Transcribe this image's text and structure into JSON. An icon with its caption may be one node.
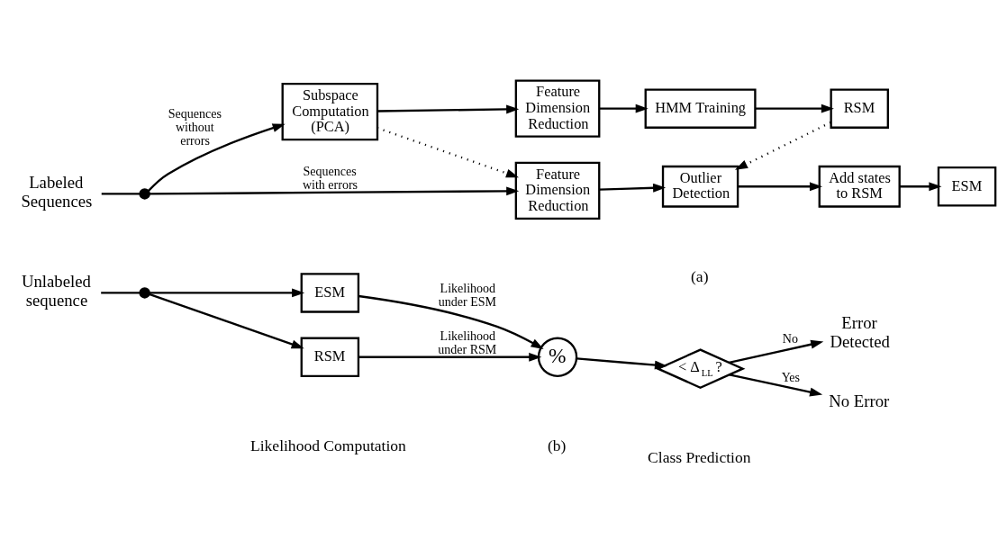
{
  "diagram": {
    "nodes": [
      {
        "text": [
          "Labeled Sequences"
        ]
      },
      {
        "text": [],
        "shape": "circle"
      },
      {
        "text": [
          "Subspace Computation (PCA)"
        ]
      },
      {
        "text": [
          "Feature Dimension Reduction"
        ]
      },
      {
        "text": [
          "HMM Training"
        ]
      },
      {
        "text": [
          "RSM"
        ]
      },
      {
        "text": [
          "Feature Dimension Reduction"
        ]
      },
      {
        "text": [
          "Outlier Detection"
        ]
      },
      {
        "text": [
          "Add states to RSM"
        ]
      },
      {
        "text": [
          "ESM"
        ]
      },
      {
        "text": [
          "Unlabeled sequence"
        ]
      },
      {
        "text": [],
        "shape": "circle"
      },
      {
        "text": [
          "ESM"
        ]
      },
      {
        "text": [
          "RSM"
        ]
      },
      {
        "text": [
          "%"
        ]
      },
      {
        "text": [
          "< Δ$_{LL}$ ?"
        ]
      },
      {
        "text": [
          "Error Detected"
        ]
      },
      {
        "text": [
          "No Error"
        ]
      }
    ],
    "edges": [
      {
        "from": 0,
        "to": 1,
        "arrow": "none"
      },
      {
        "from": 1,
        "to": 2,
        "arrow": "to",
        "label": "Sequences without errors"
      },
      {
        "from": 1,
        "to": 6,
        "arrow": "to",
        "label": "Sequences with errors"
      },
      {
        "from": 2,
        "to": 3,
        "arrow": "to"
      },
      {
        "from": 3,
        "to": 4,
        "arrow": "to"
      },
      {
        "from": 4,
        "to": 5,
        "arrow": "to"
      },
      {
        "from": 2,
        "to": 6,
        "arrow": "to",
        "style": "dashed"
      },
      {
        "from": 5,
        "to": 7,
        "arrow": "to",
        "style": "dashed"
      },
      {
        "from": 6,
        "to": 7,
        "arrow": "to"
      },
      {
        "from": 7,
        "to": 8,
        "arrow": "to"
      },
      {
        "from": 8,
        "to": 9,
        "arrow": "to"
      },
      {
        "from": 10,
        "to": 11,
        "arrow": "none"
      },
      {
        "from": 11,
        "to": 12,
        "arrow": "to"
      },
      {
        "from": 11,
        "to": 13,
        "arrow": "to"
      },
      {
        "from": 12,
        "to": 14,
        "arrow": "to",
        "label": "Likelihood under ESM"
      },
      {
        "from": 13,
        "to": 14,
        "arrow": "to",
        "label": "Likelihood under RSM"
      },
      {
        "from": 14,
        "to": 15,
        "arrow": "to"
      },
      {
        "from": 15,
        "to": 16,
        "arrow": "to",
        "label": "No"
      },
      {
        "from": 15,
        "to": 17,
        "arrow": "to",
        "label": "Yes"
      }
    ],
    "labels": [
      "(a)",
      "Likelihood Computation",
      "Class Prediction",
      "(b)"
    ]
  }
}
